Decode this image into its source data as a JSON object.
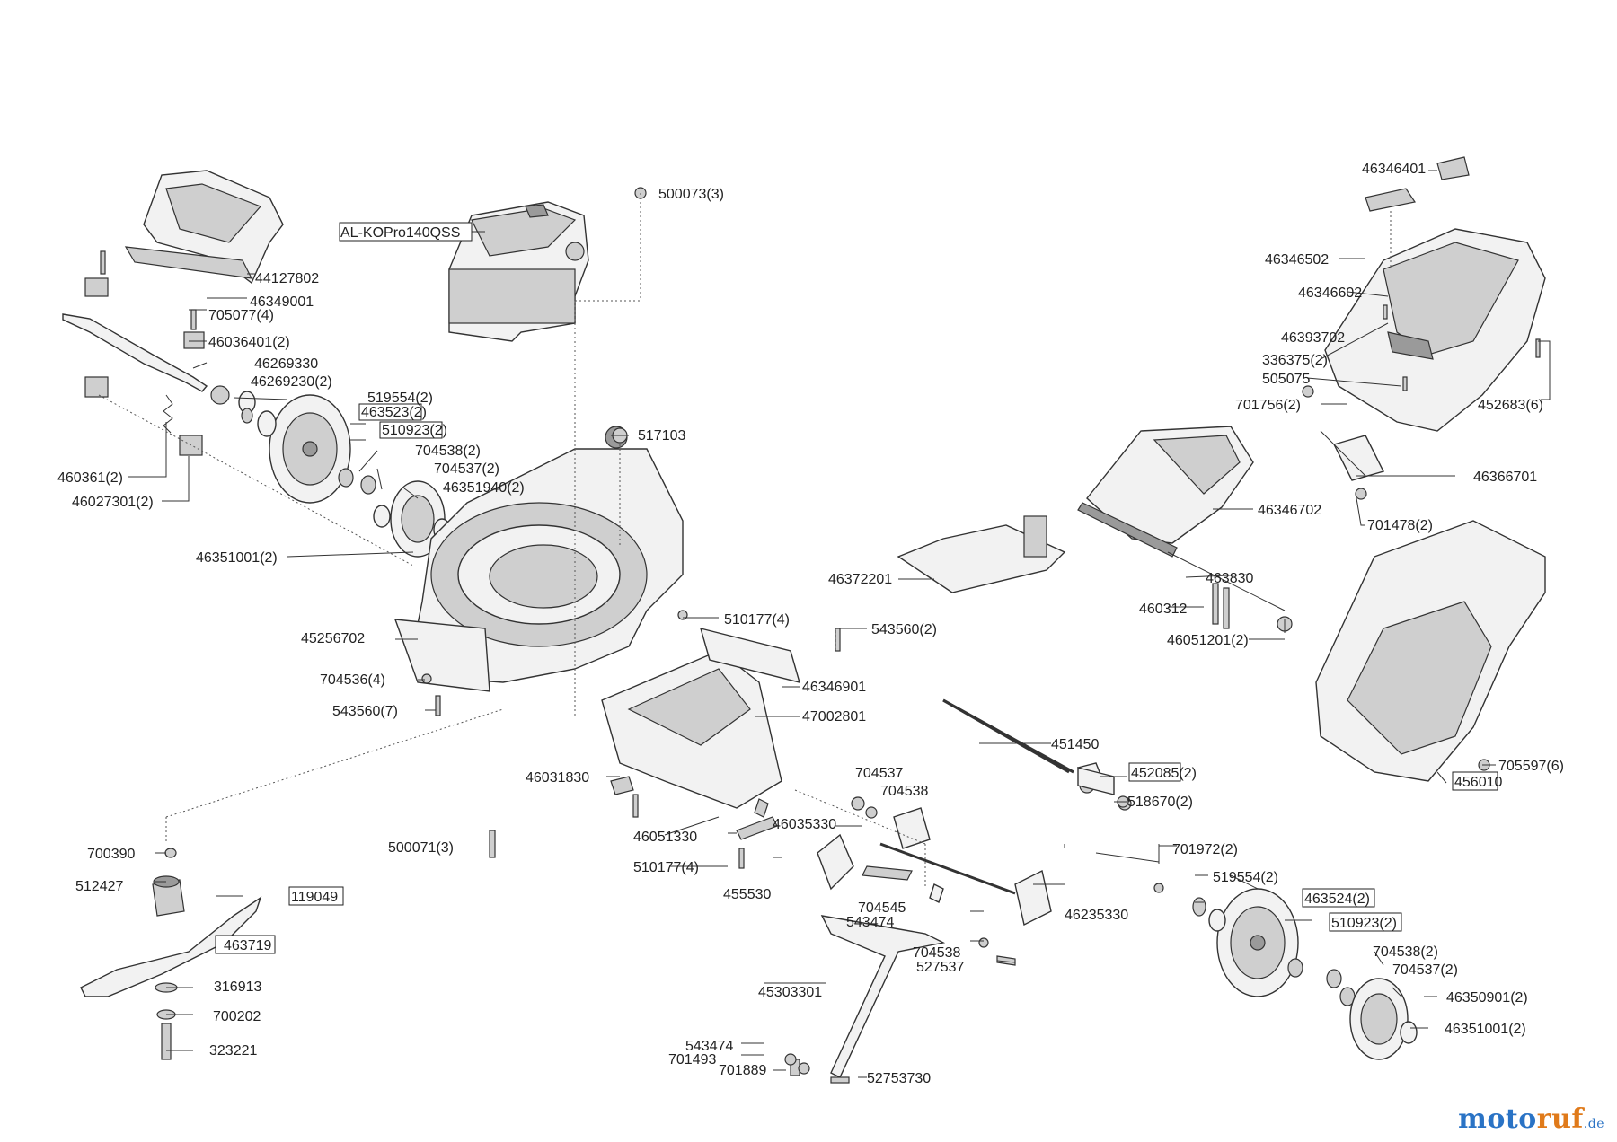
{
  "diagram": {
    "labels": [
      {
        "id": "p1",
        "text": "46346401"
      },
      {
        "id": "p2",
        "text": "500073(3)"
      },
      {
        "id": "p3",
        "text": "AL-KOPro140QSS"
      },
      {
        "id": "p4",
        "text": "44127802"
      },
      {
        "id": "p5",
        "text": "46349001"
      },
      {
        "id": "p6",
        "text": "705077(4)"
      },
      {
        "id": "p7",
        "text": "46036401(2)"
      },
      {
        "id": "p8",
        "text": "46269330"
      },
      {
        "id": "p9",
        "text": "46269230(2)"
      },
      {
        "id": "p10",
        "text": "519554(2)"
      },
      {
        "id": "p11",
        "text": "463523(2)"
      },
      {
        "id": "p12",
        "text": "510923(2)"
      },
      {
        "id": "p13",
        "text": "704538(2)"
      },
      {
        "id": "p14",
        "text": "704537(2)"
      },
      {
        "id": "p15",
        "text": "46351940(2)"
      },
      {
        "id": "p16",
        "text": "460361(2)"
      },
      {
        "id": "p17",
        "text": "46027301(2)"
      },
      {
        "id": "p18",
        "text": "46351001(2)"
      },
      {
        "id": "p19",
        "text": "517103"
      },
      {
        "id": "p20",
        "text": "46346502"
      },
      {
        "id": "p21",
        "text": "46346602"
      },
      {
        "id": "p22",
        "text": "46393702"
      },
      {
        "id": "p23",
        "text": "336375(2)"
      },
      {
        "id": "p24",
        "text": "505075"
      },
      {
        "id": "p25",
        "text": "701756(2)"
      },
      {
        "id": "p26",
        "text": "452683(6)"
      },
      {
        "id": "p27",
        "text": "46366701"
      },
      {
        "id": "p28",
        "text": "46346702"
      },
      {
        "id": "p29",
        "text": "701478(2)"
      },
      {
        "id": "p30",
        "text": "46372201"
      },
      {
        "id": "p31",
        "text": "463830"
      },
      {
        "id": "p32",
        "text": "460312"
      },
      {
        "id": "p33",
        "text": "46051201(2)"
      },
      {
        "id": "p34",
        "text": "45256702"
      },
      {
        "id": "p35",
        "text": "510177(4)"
      },
      {
        "id": "p36",
        "text": "543560(2)"
      },
      {
        "id": "p37",
        "text": "704536(4)"
      },
      {
        "id": "p38",
        "text": "46346901"
      },
      {
        "id": "p39",
        "text": "543560(7)"
      },
      {
        "id": "p40",
        "text": "47002801"
      },
      {
        "id": "p41",
        "text": "451450"
      },
      {
        "id": "p42",
        "text": "452085(2)"
      },
      {
        "id": "p43",
        "text": "705597(6)"
      },
      {
        "id": "p44",
        "text": "456010"
      },
      {
        "id": "p45",
        "text": "518670(2)"
      },
      {
        "id": "p46",
        "text": "46031830"
      },
      {
        "id": "p47",
        "text": "704537"
      },
      {
        "id": "p48",
        "text": "704538"
      },
      {
        "id": "p49",
        "text": "500071(3)"
      },
      {
        "id": "p50",
        "text": "46051330"
      },
      {
        "id": "p51",
        "text": "46035330"
      },
      {
        "id": "p52",
        "text": "700390"
      },
      {
        "id": "p53",
        "text": "510177(4)"
      },
      {
        "id": "p54",
        "text": "701972(2)"
      },
      {
        "id": "p55",
        "text": "512427"
      },
      {
        "id": "p56",
        "text": "119049"
      },
      {
        "id": "p57",
        "text": "455530"
      },
      {
        "id": "p58",
        "text": "519554(2)"
      },
      {
        "id": "p59",
        "text": "463524(2)"
      },
      {
        "id": "p60",
        "text": "704545"
      },
      {
        "id": "p61",
        "text": "543474"
      },
      {
        "id": "p62",
        "text": "46235330"
      },
      {
        "id": "p63",
        "text": "510923(2)"
      },
      {
        "id": "p64",
        "text": "463719"
      },
      {
        "id": "p65",
        "text": "704538"
      },
      {
        "id": "p66",
        "text": "527537"
      },
      {
        "id": "p67",
        "text": "704538(2)"
      },
      {
        "id": "p68",
        "text": "704537(2)"
      },
      {
        "id": "p69",
        "text": "316913"
      },
      {
        "id": "p70",
        "text": "45303301"
      },
      {
        "id": "p71",
        "text": "46350901(2)"
      },
      {
        "id": "p72",
        "text": "700202"
      },
      {
        "id": "p73",
        "text": "46351001(2)"
      },
      {
        "id": "p74",
        "text": "323221"
      },
      {
        "id": "p75",
        "text": "543474"
      },
      {
        "id": "p76",
        "text": "701493"
      },
      {
        "id": "p77",
        "text": "701889"
      },
      {
        "id": "p78",
        "text": "52753730"
      }
    ]
  },
  "watermark": {
    "part1": "mo",
    "part2": "to",
    "part3": "ruf",
    "suffix": ".de",
    "colors": {
      "blue": "#2a73c5",
      "orange": "#e07a1a"
    }
  }
}
